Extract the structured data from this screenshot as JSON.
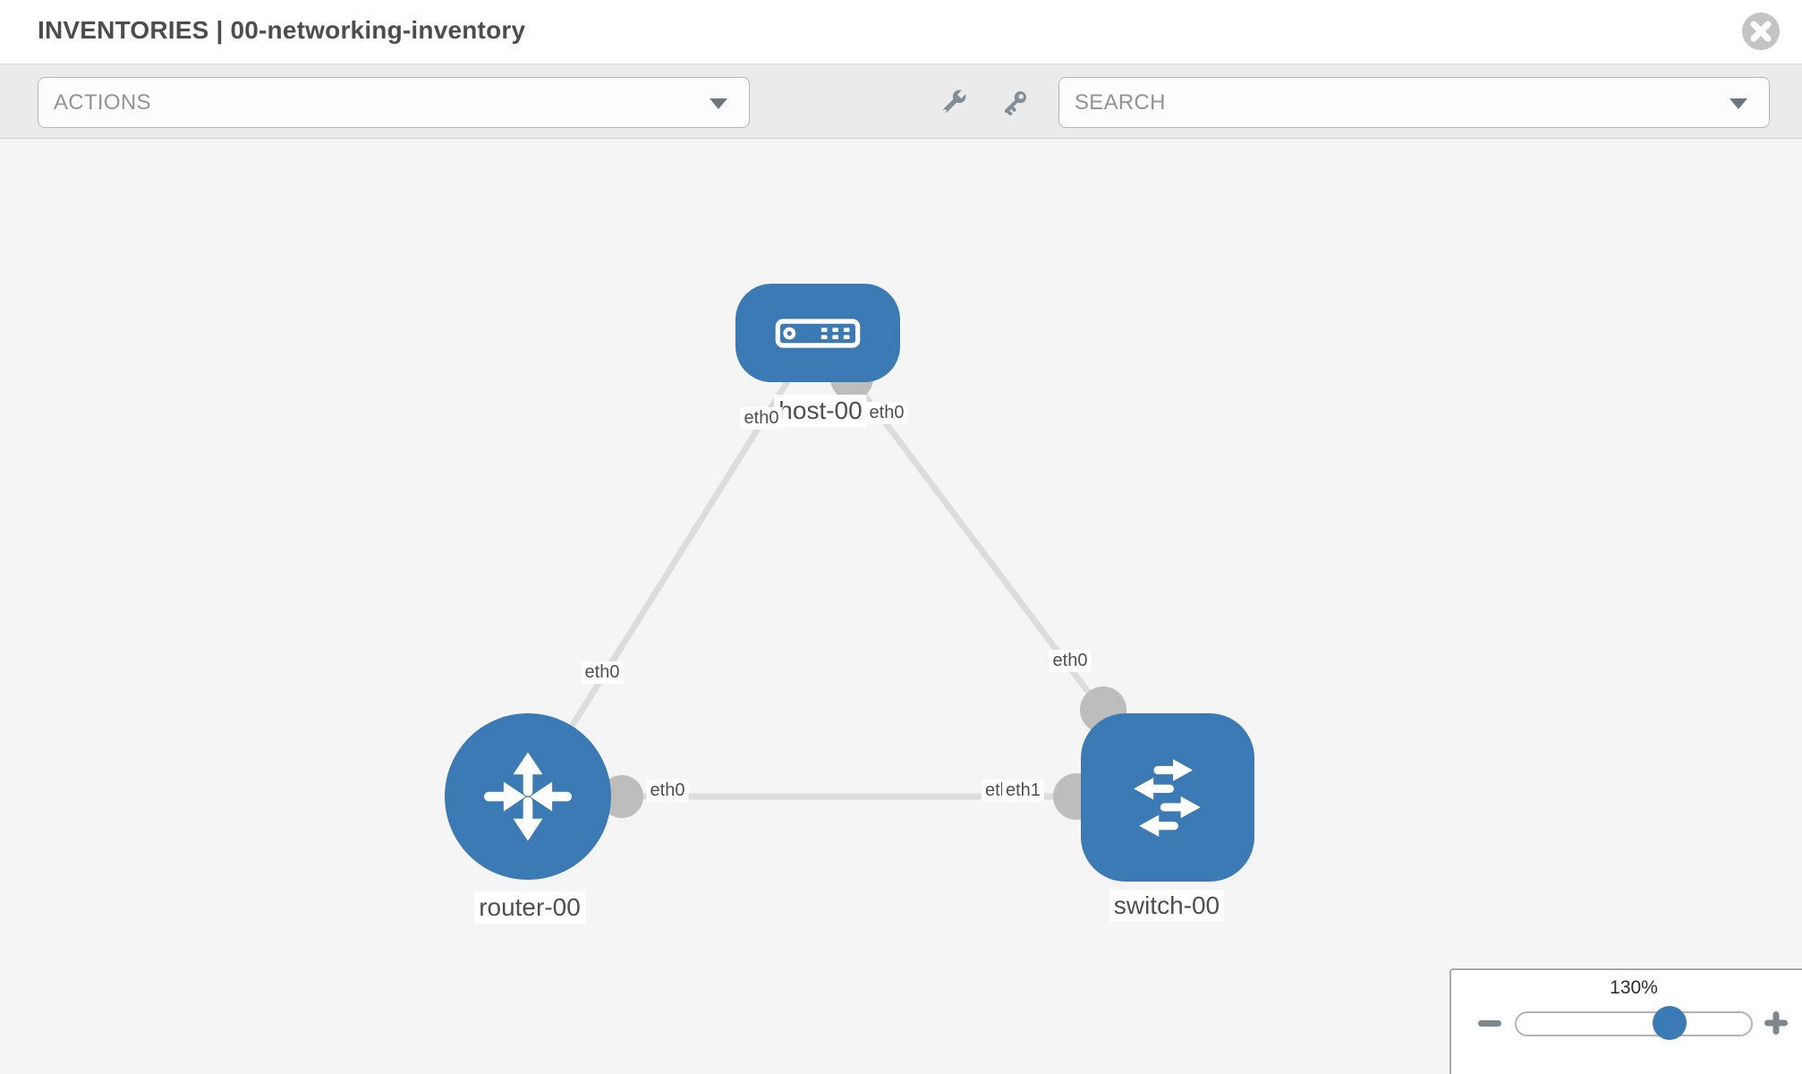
{
  "header": {
    "title": "INVENTORIES | 00-networking-inventory"
  },
  "toolbar": {
    "actions_placeholder": "ACTIONS",
    "search_placeholder": "SEARCH"
  },
  "diagram": {
    "nodes": [
      {
        "id": "host-00",
        "type": "host",
        "label": "host-00"
      },
      {
        "id": "router-00",
        "type": "router",
        "label": "router-00"
      },
      {
        "id": "switch-00",
        "type": "switch",
        "label": "switch-00"
      }
    ],
    "interface_labels": {
      "host_left": "eth0",
      "host_right": "eth0",
      "router_top": "eth0",
      "router_right": "eth0",
      "switch_top": "eth0",
      "switch_left_under": "eth0",
      "switch_left_over": "eth1"
    },
    "links": [
      {
        "from": "host-00",
        "from_iface": "eth0",
        "to": "router-00",
        "to_iface": "eth0"
      },
      {
        "from": "host-00",
        "from_iface": "eth0",
        "to": "switch-00",
        "to_iface": "eth0"
      },
      {
        "from": "router-00",
        "from_iface": "eth0",
        "to": "switch-00",
        "to_iface": "eth1"
      }
    ]
  },
  "zoom_control": {
    "level": "130%",
    "percent": 130
  },
  "colors": {
    "node_blue": "#3b7ab5",
    "link_gray": "#dcdcdc",
    "connector_gray": "#bdbdbd",
    "toolbar_gray": "#ebebeb",
    "label_text": "#4f4f4f"
  }
}
